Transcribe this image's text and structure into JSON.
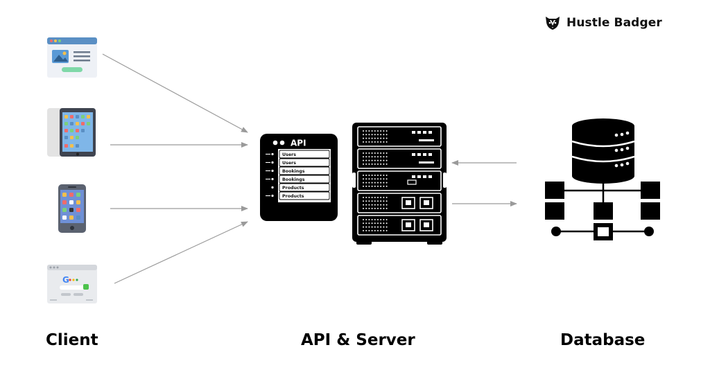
{
  "brand": {
    "name": "Hustle Badger",
    "logo_icon": "badger-icon"
  },
  "labels": {
    "client": "Client",
    "server": "API & Server",
    "database": "Database"
  },
  "api_box": {
    "title": "API",
    "rows": [
      "Users",
      "Users",
      "Bookings",
      "Bookings",
      "Products",
      "Products"
    ]
  },
  "client_icons": [
    "browser-window-icon",
    "tablet-icon",
    "smartphone-icon",
    "search-page-icon"
  ],
  "colors": {
    "arrow": "#9a9a9a",
    "dark": "#000000",
    "browser_blue": "#5a8fc4",
    "tablet_screen": "#7fb6e8"
  }
}
